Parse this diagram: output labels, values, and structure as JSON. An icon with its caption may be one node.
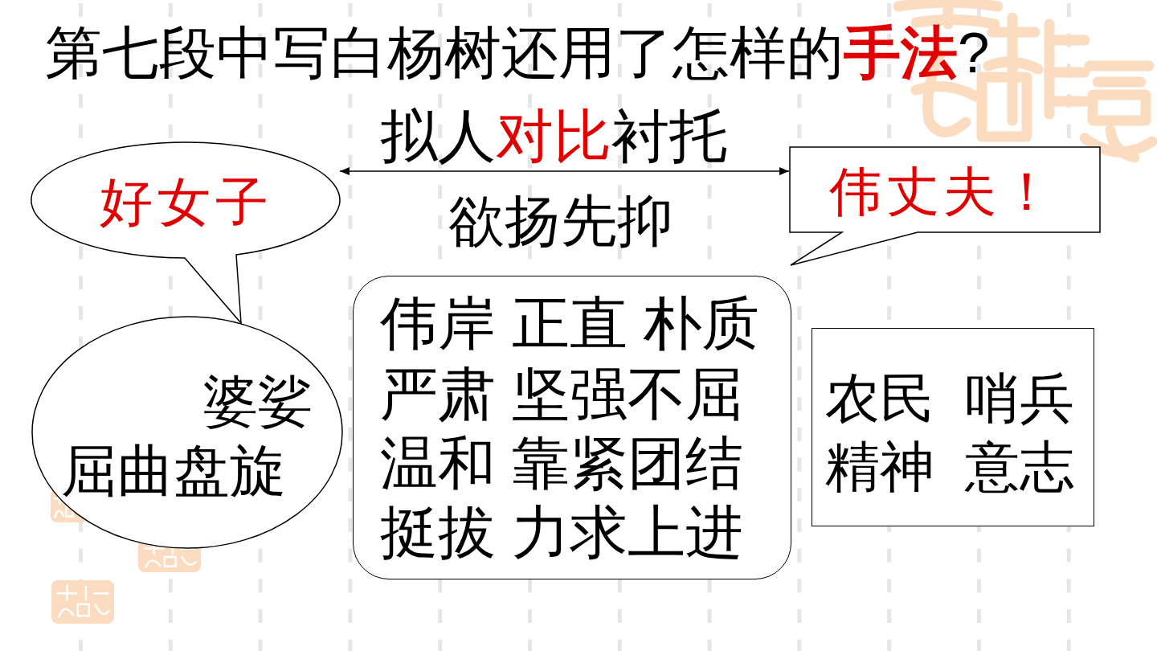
{
  "diagram": {
    "title": "第七段中写白杨树还用了怎样的**手法**?",
    "nodes": [
      {
        "text": [
          "好女子"
        ]
      },
      {
        "text": [
          "婆娑",
          "屈曲盘旋"
        ]
      },
      {
        "text": [
          "伟岸 正直 朴质",
          "严肃 坚强不屈",
          "温和 靠紧团结",
          "挺拔 力求上进"
        ]
      },
      {
        "text": [
          "伟丈夫！"
        ]
      },
      {
        "text": [
          "农民  哨兵",
          "精神  意志"
        ]
      }
    ],
    "edges": [
      {
        "from": 0,
        "to": 3,
        "arrow": "both",
        "label": "拟人**对比**衬托"
      }
    ],
    "labels": [
      "欲扬先抑"
    ]
  }
}
